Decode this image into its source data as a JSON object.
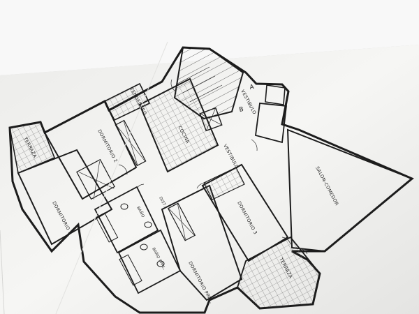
{
  "plan": {
    "labels": {
      "tendedero": "TENDEDERO",
      "dormitorio2": "DORMITORIO 2",
      "terraza_left": "TERRAZA",
      "dormitorio1": "DORMITORIO 1",
      "bano": "BAÑO",
      "dist": "DIST.",
      "bano_ppal": "BAÑO PPAL.",
      "dormitorio_ppal": "DORMITORIO PPAL.",
      "cocina": "COCINA",
      "vestibulo_top": "VESTIBULO",
      "vestibulo": "VESTIBULO",
      "dormitorio3": "DORMITORIO 3",
      "terraza_right": "TERRAZA",
      "salon_comedor": "SALON-COMEDOR",
      "letter_a": "A",
      "letter_b": "B"
    },
    "colors": {
      "paper": "#f4f4f2",
      "ink": "#1c1c1c",
      "hatch": "#555555",
      "background": "#d9d9d7"
    }
  }
}
